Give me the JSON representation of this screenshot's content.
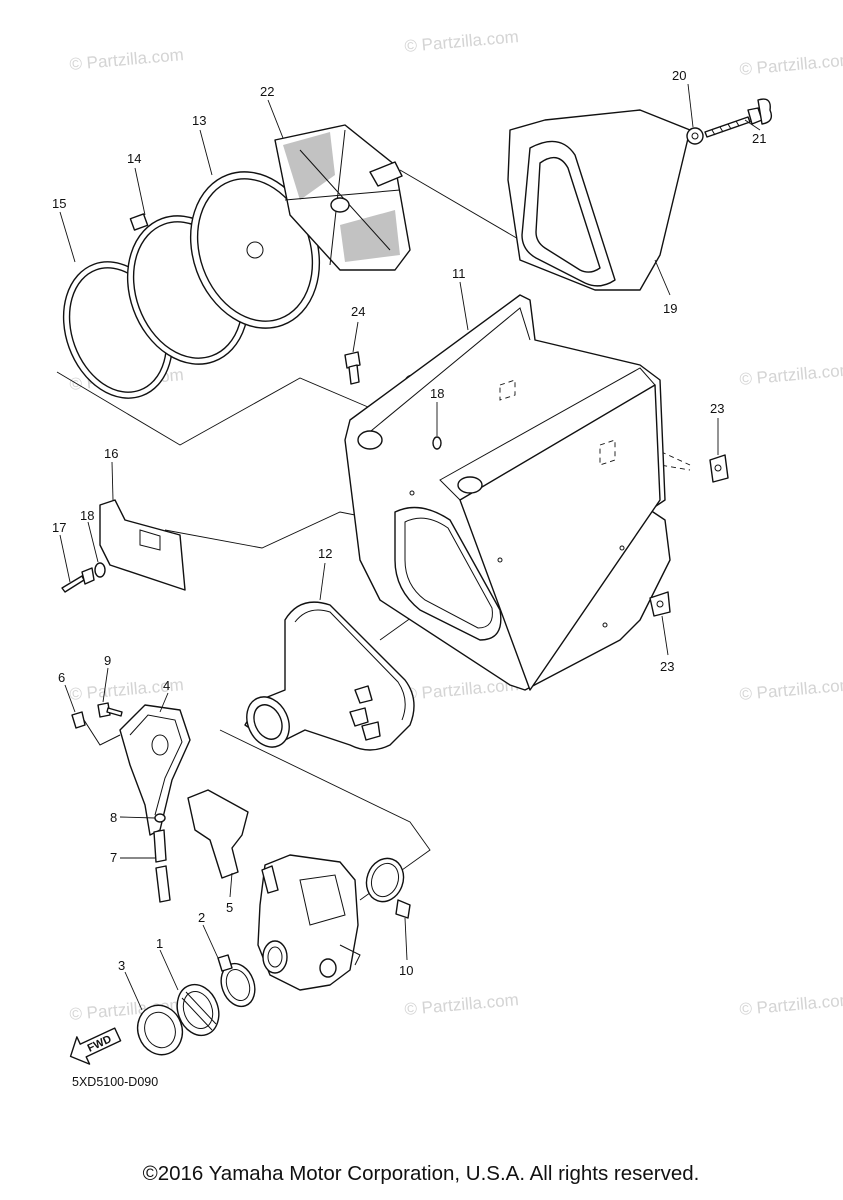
{
  "watermark": "© Partzilla.com",
  "callouts": {
    "n1": "1",
    "n2": "2",
    "n3": "3",
    "n4": "4",
    "n5": "5",
    "n6": "6",
    "n7": "7",
    "n8": "8",
    "n9": "9",
    "n10": "10",
    "n11": "11",
    "n12": "12",
    "n13": "13",
    "n14": "14",
    "n15": "15",
    "n16": "16",
    "n17": "17",
    "n18a": "18",
    "n18b": "18",
    "n19": "19",
    "n20": "20",
    "n21": "21",
    "n22": "22",
    "n23a": "23",
    "n23b": "23",
    "n24": "24"
  },
  "fwd_label": "FWD",
  "diagram_code": "5XD5100-D090",
  "copyright": "©2016 Yamaha Motor Corporation, U.S.A. All rights reserved."
}
